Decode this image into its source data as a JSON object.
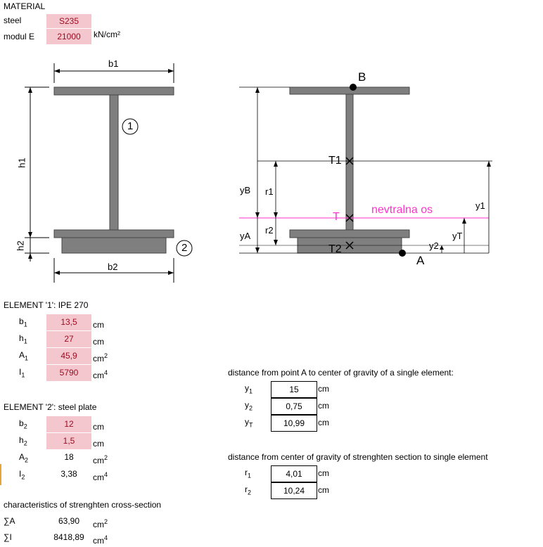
{
  "material": {
    "title": "MATERIAL",
    "steel_label": "steel",
    "steel_value": "S235",
    "modul_label": "modul E",
    "modul_value": "21000",
    "modul_unit": "kN/cm²"
  },
  "diagram_left": {
    "b1": "b1",
    "h1": "h1",
    "h2": "h2",
    "b2": "b2",
    "marker1": "1",
    "marker2": "2"
  },
  "diagram_right": {
    "B": "B",
    "A": "A",
    "T1": "T1",
    "T": "T",
    "T2": "T2",
    "axis_label": "nevtralna os",
    "yB": "yB",
    "yA": "yA",
    "r1": "r1",
    "r2": "r2",
    "y1": "y1",
    "yT": "yT",
    "y2": "y2"
  },
  "element1": {
    "title": "ELEMENT '1': IPE 270",
    "rows": [
      {
        "sym": "b",
        "sub": "1",
        "value": "13,5",
        "unit": "cm",
        "sup": ""
      },
      {
        "sym": "h",
        "sub": "1",
        "value": "27",
        "unit": "cm",
        "sup": ""
      },
      {
        "sym": "A",
        "sub": "1",
        "value": "45,9",
        "unit": "cm",
        "sup": "2"
      },
      {
        "sym": "I",
        "sub": "1",
        "value": "5790",
        "unit": "cm",
        "sup": "4"
      }
    ]
  },
  "element2": {
    "title": "ELEMENT '2': steel plate",
    "rows": [
      {
        "sym": "b",
        "sub": "2",
        "value": "12",
        "unit": "cm",
        "sup": ""
      },
      {
        "sym": "h",
        "sub": "2",
        "value": "1,5",
        "unit": "cm",
        "sup": ""
      },
      {
        "sym": "A",
        "sub": "2",
        "value": "18",
        "unit": "cm",
        "sup": "2"
      },
      {
        "sym": "I",
        "sub": "2",
        "value": "3,38",
        "unit": "cm",
        "sup": "4"
      }
    ]
  },
  "distA": {
    "title": "distance from point A to center of gravity of a single element:",
    "rows": [
      {
        "sym": "y",
        "sub": "1",
        "value": "15",
        "unit": "cm"
      },
      {
        "sym": "y",
        "sub": "2",
        "value": "0,75",
        "unit": "cm"
      },
      {
        "sym": "y",
        "sub": "T",
        "value": "10,99",
        "unit": "cm"
      }
    ]
  },
  "distC": {
    "title": "distance from center of gravity of strenghten section to single element",
    "rows": [
      {
        "sym": "r",
        "sub": "1",
        "value": "4,01",
        "unit": "cm"
      },
      {
        "sym": "r",
        "sub": "2",
        "value": "10,24",
        "unit": "cm"
      }
    ]
  },
  "summary": {
    "title": "characteristics of strenghten cross-section",
    "rows": [
      {
        "sym": "∑A",
        "value": "63,90",
        "unit": "cm",
        "sup": "2"
      },
      {
        "sym": "∑I",
        "value": "8418,89",
        "unit": "cm",
        "sup": "4"
      }
    ]
  }
}
